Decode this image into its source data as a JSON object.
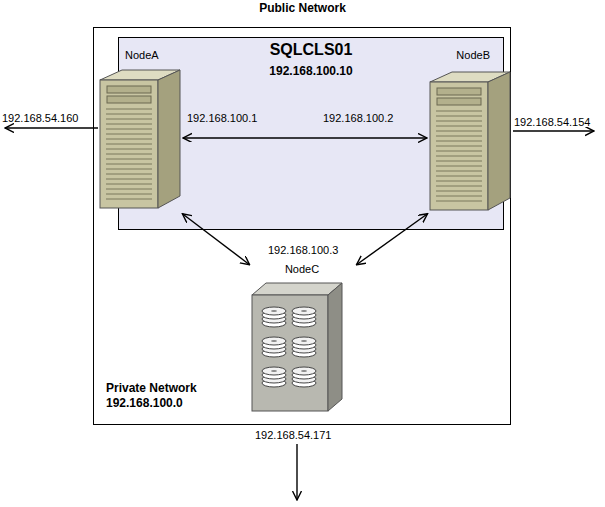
{
  "diagram": {
    "title": "Public Network",
    "nodes": [
      {
        "text": [
          "Private Network",
          "192.168.100.0"
        ]
      },
      {
        "text": [
          "SQLCLS01",
          "192.168.100.10"
        ],
        "in": 0
      },
      {
        "text": [
          "NodeA"
        ],
        "in": 1
      },
      {
        "text": [
          "NodeB"
        ],
        "in": 1
      },
      {
        "text": [
          "NodeC"
        ],
        "in": 0
      }
    ],
    "edges": [
      {
        "from": 2,
        "to": 3,
        "arrow": "both"
      },
      {
        "from": 2,
        "to": 4,
        "arrow": "both"
      },
      {
        "from": 3,
        "to": 4,
        "arrow": "both"
      }
    ],
    "labels": [
      "192.168.54.160",
      "192.168.100.1",
      "192.168.100.2",
      "192.168.54.154",
      "192.168.100.3",
      "192.168.54.171"
    ]
  }
}
